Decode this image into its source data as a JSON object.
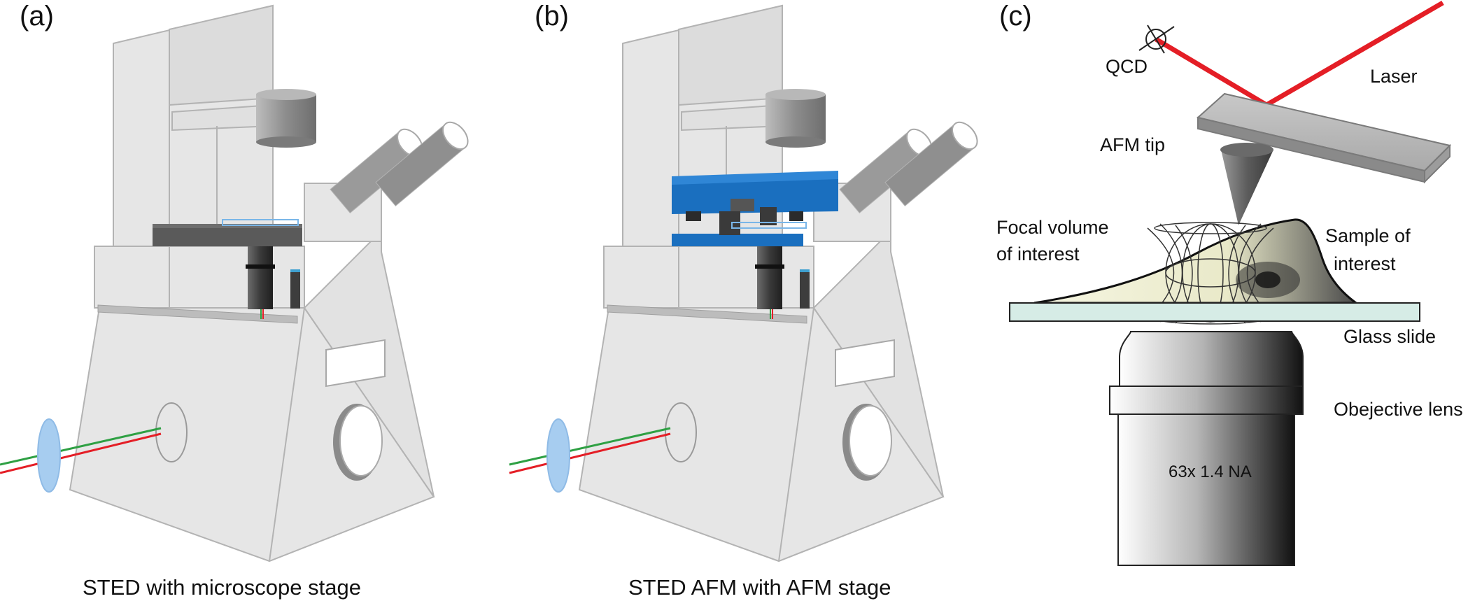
{
  "panels": [
    {
      "letter": "(a)",
      "caption": "STED with microscope stage"
    },
    {
      "letter": "(b)",
      "caption": "STED AFM with AFM stage"
    },
    {
      "letter": "(c)"
    }
  ],
  "labels": {
    "qcd": "QCD",
    "laser": "Laser",
    "afm_tip": "AFM tip",
    "focal_line1": "Focal volume",
    "focal_line2": "of interest",
    "sample_line1": "Sample of",
    "sample_line2": "interest",
    "glass_slide": "Glass slide",
    "objective": "Obejective lens",
    "objective_spec": "63x  1.4 NA"
  },
  "colors": {
    "body_fill": "#e6e6e6",
    "body_stroke": "#b3b3b3",
    "stage_dark": "#5a5a5a",
    "afm_blue": "#1a6fbf",
    "laser_red": "#e41e26",
    "beam_green": "#2ea043",
    "lens_blue": "#a7cdf0",
    "glass_fill": "#d6ece6"
  }
}
